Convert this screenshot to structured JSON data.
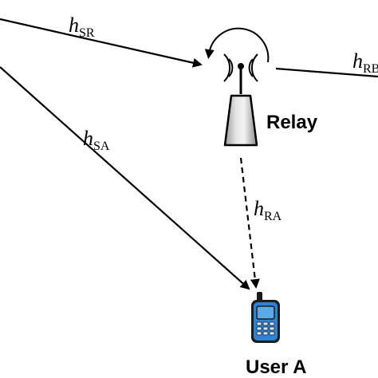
{
  "links": {
    "h_sr": {
      "symbol": "h",
      "subscript": "SR"
    },
    "h_sa": {
      "symbol": "h",
      "subscript": "SA"
    },
    "h_ra": {
      "symbol": "h",
      "subscript": "RA"
    },
    "h_rb": {
      "symbol": "h",
      "subscript": "RB"
    }
  },
  "nodes": {
    "relay": {
      "label": "Relay",
      "icon": "relay-antenna-icon"
    },
    "user_a": {
      "label": "User A",
      "icon": "mobile-phone-icon"
    }
  },
  "colors": {
    "line": "#000000",
    "phone_screen": "#5ba9e6",
    "phone_body": "#2f83d6"
  }
}
